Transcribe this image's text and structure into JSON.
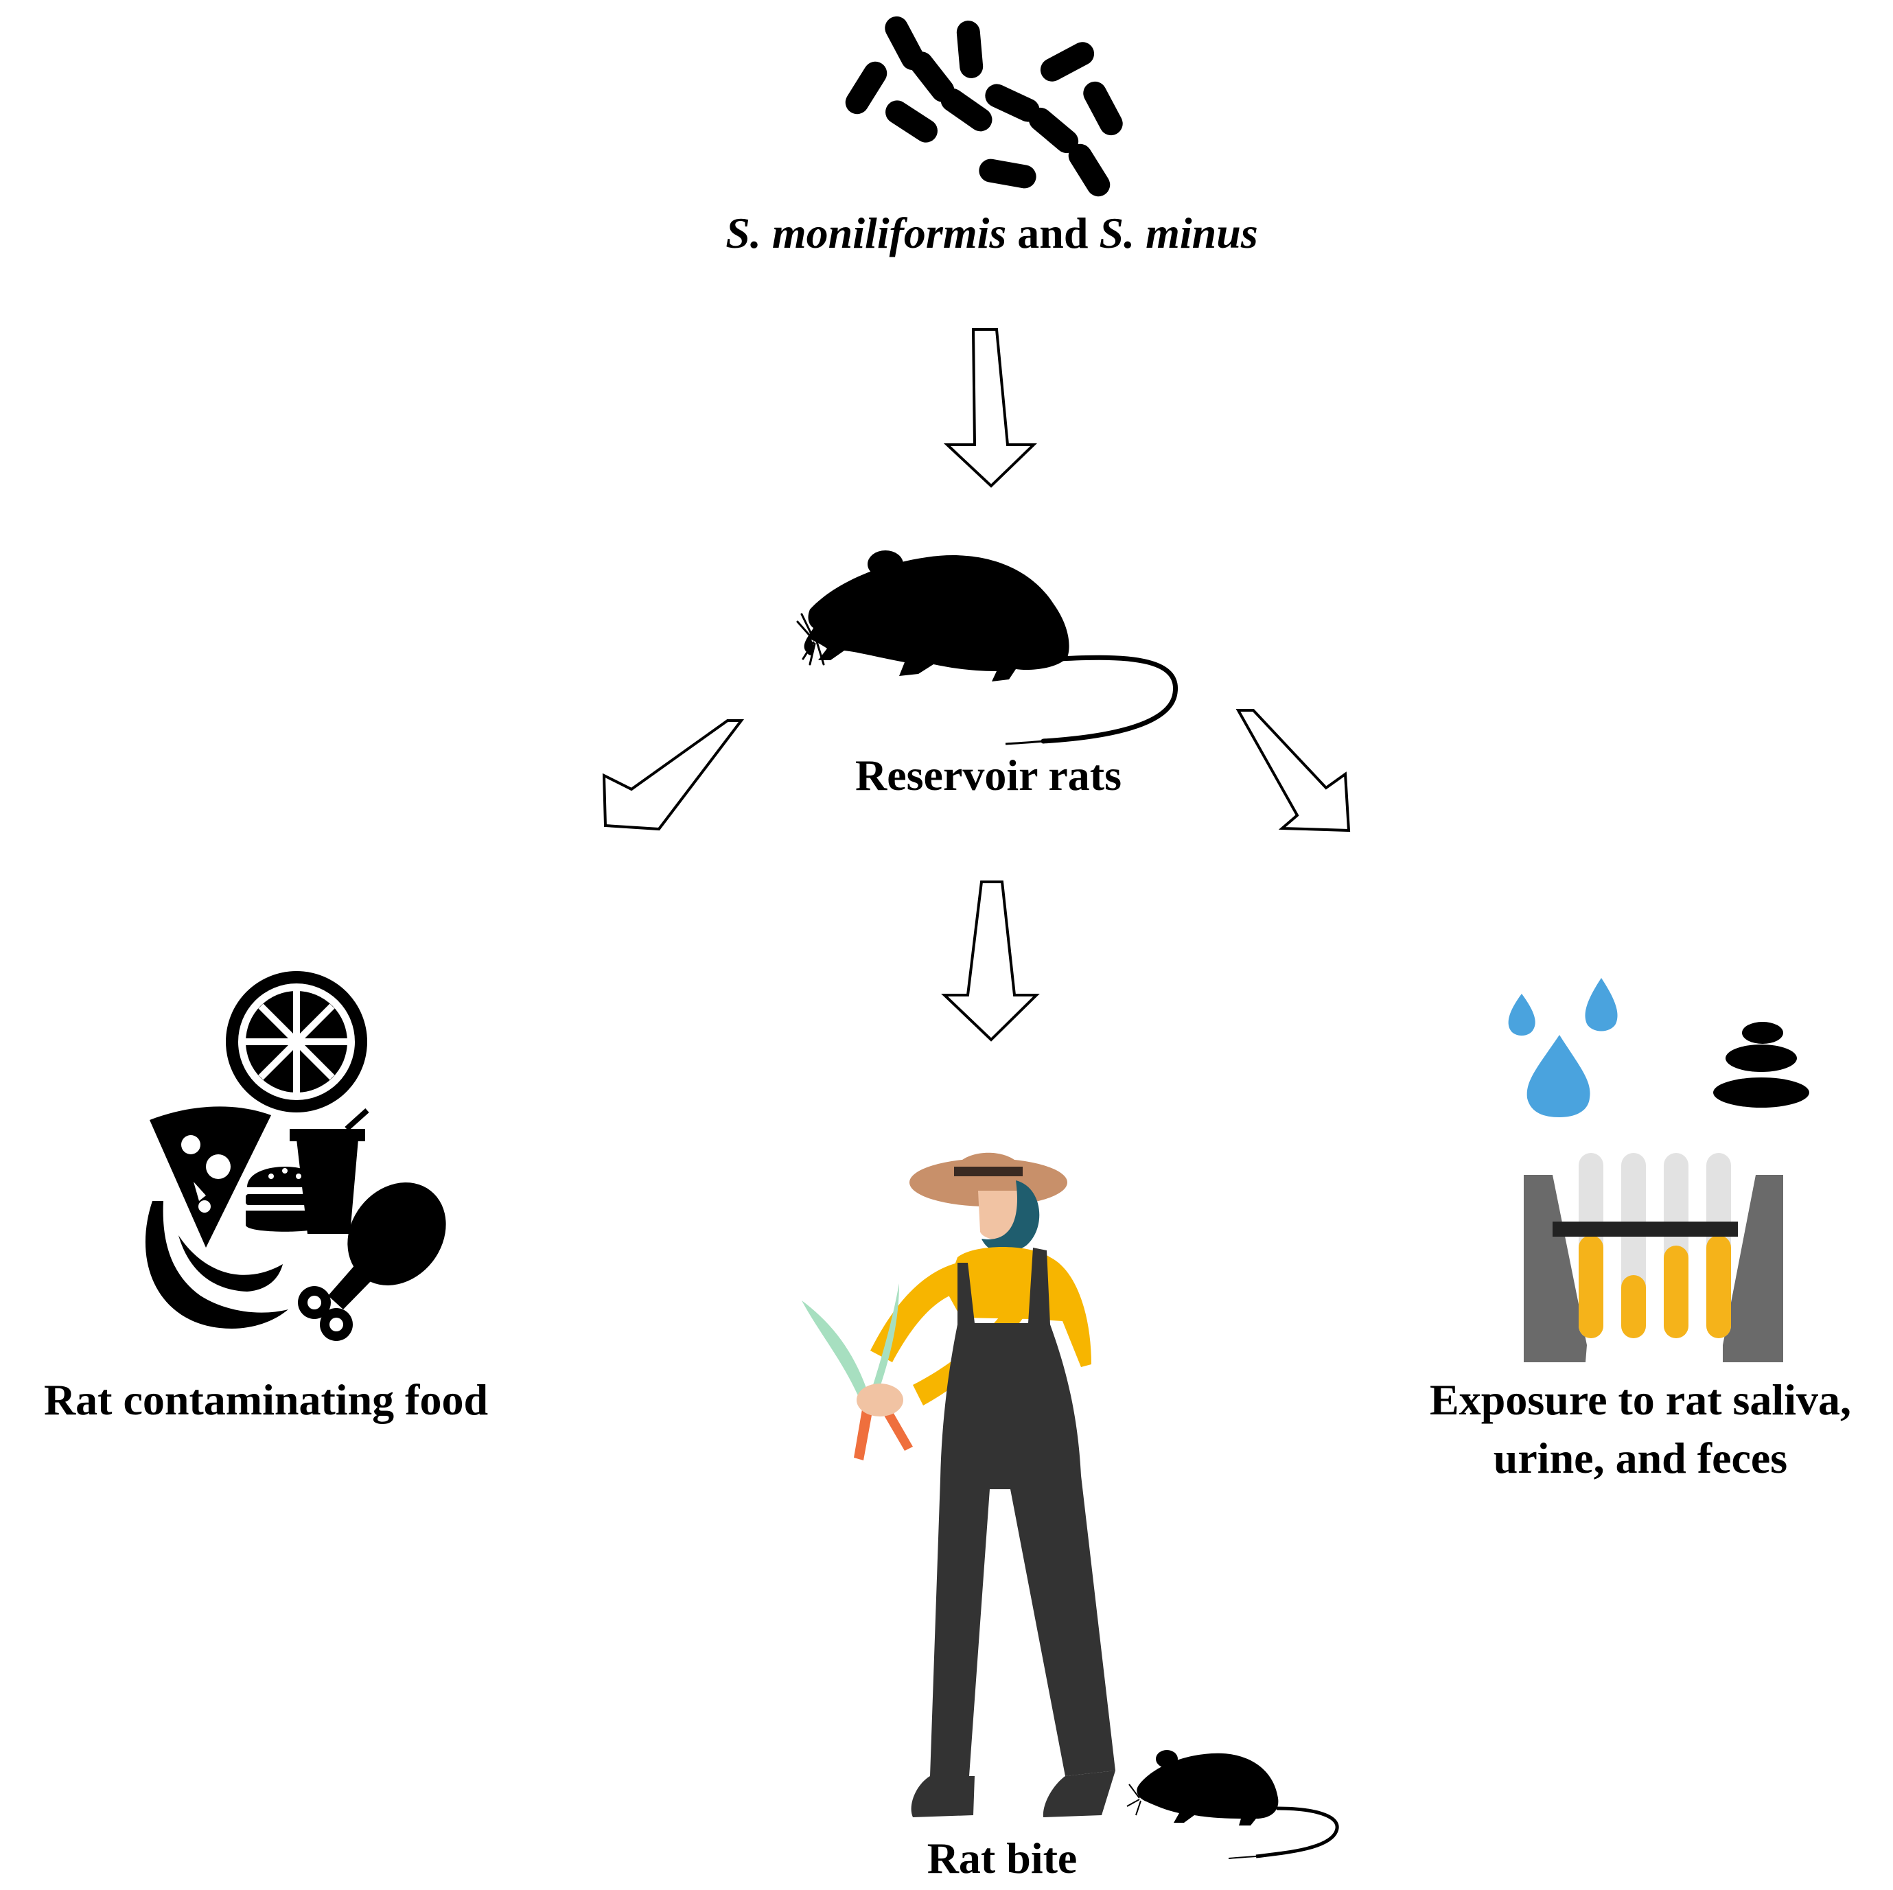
{
  "title": {
    "species_1": "S. moniliformis",
    "connector": "and",
    "species_2": "S. minus"
  },
  "nodes": {
    "reservoir": "Reservoir rats",
    "food": "Rat contaminating food",
    "exposure_line1": "Exposure to rat saliva,",
    "exposure_line2": "urine, and feces",
    "bite": "Rat bite"
  },
  "icons": {
    "bacteria": "bacteria-icon",
    "rat": "rat-icon",
    "food": "food-icon",
    "farmer": "farmer-icon",
    "exposure": "test-tubes-icon"
  },
  "colors": {
    "ink": "#000000",
    "droplet": "#4aa3de",
    "sample": "#f5b31a",
    "shirt": "#f7b500",
    "overalls": "#333333",
    "hat": "#c8906a",
    "beard": "#1f5d6e",
    "skin": "#f1c3a3",
    "leaf": "#a7dfc0",
    "carrot": "#ef6f3d",
    "rack": "#6a6a6a"
  }
}
